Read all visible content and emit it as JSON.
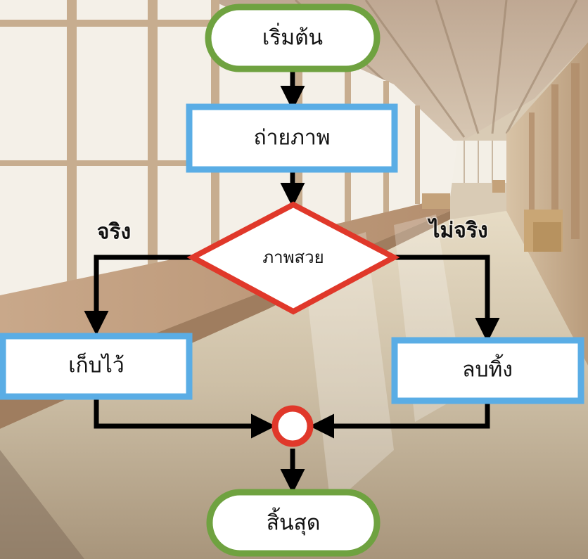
{
  "flowchart": {
    "nodes": {
      "start": {
        "label": "เริ่มต้น",
        "shape": "terminator",
        "border_color": "#6FA240"
      },
      "capture": {
        "label": "ถ่ายภาพ",
        "shape": "process",
        "border_color": "#5AADE5"
      },
      "decision": {
        "label": "ภาพสวย",
        "shape": "decision",
        "border_color": "#E0382A"
      },
      "keep": {
        "label": "เก็บไว้",
        "shape": "process",
        "border_color": "#5AADE5"
      },
      "delete": {
        "label": "ลบทิ้ง",
        "shape": "process",
        "border_color": "#5AADE5"
      },
      "merge": {
        "label": "",
        "shape": "connector",
        "border_color": "#E0382A"
      },
      "end": {
        "label": "สิ้นสุด",
        "shape": "terminator",
        "border_color": "#6FA240"
      }
    },
    "branches": {
      "true_label": "จริง",
      "false_label": "ไม่จริง"
    },
    "edges": [
      {
        "from": "start",
        "to": "capture"
      },
      {
        "from": "capture",
        "to": "decision"
      },
      {
        "from": "decision",
        "to": "keep",
        "label": "จริง"
      },
      {
        "from": "decision",
        "to": "delete",
        "label": "ไม่จริง"
      },
      {
        "from": "keep",
        "to": "merge"
      },
      {
        "from": "delete",
        "to": "merge"
      },
      {
        "from": "merge",
        "to": "end"
      }
    ],
    "arrow_color": "#000000"
  }
}
